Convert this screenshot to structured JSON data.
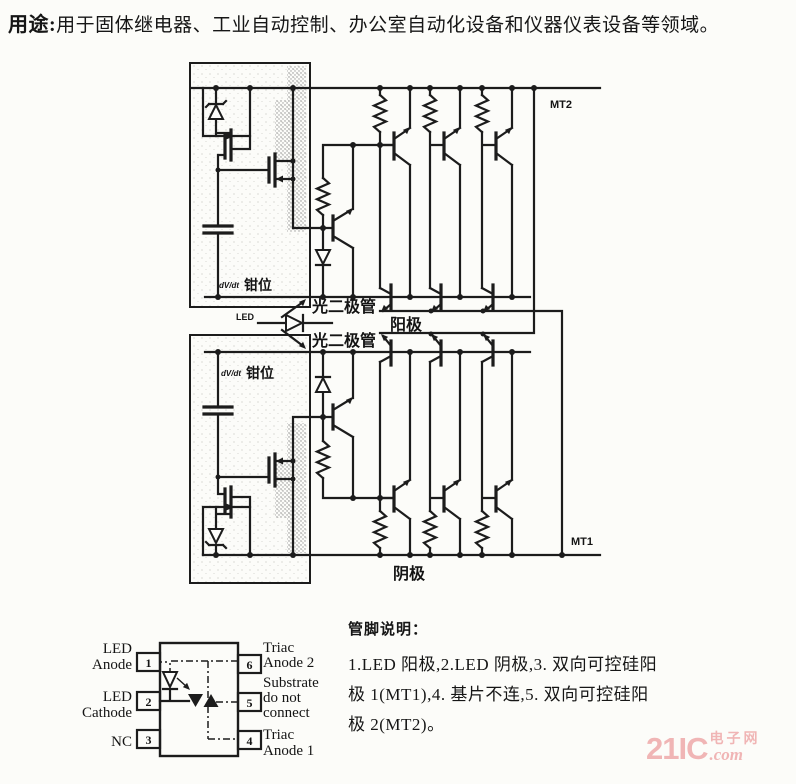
{
  "usage": {
    "prefix": "用途:",
    "text": "用于固体继电器、工业自动控制、办公室自动化设备和仪器仪表设备等领域。"
  },
  "schematic": {
    "mt2": "MT2",
    "mt1": "MT1",
    "led_label": "LED",
    "photodiode_top": "光二极管",
    "photodiode_bottom": "光二极管",
    "anode_label": "阳极",
    "cathode_label": "阴极",
    "clamp_top_prefix": "dV/dt",
    "clamp_top": "钳位",
    "clamp_bottom_prefix": "dV/dt",
    "clamp_bottom": "钳位"
  },
  "package": {
    "left_pins": [
      {
        "num": "1",
        "lines": [
          "LED",
          "Anode"
        ]
      },
      {
        "num": "2",
        "lines": [
          "LED",
          "Cathode"
        ]
      },
      {
        "num": "3",
        "lines": [
          "NC"
        ]
      }
    ],
    "right_pins": [
      {
        "num": "6",
        "lines": [
          "Triac",
          "Anode 2"
        ]
      },
      {
        "num": "5",
        "lines": [
          "Substrate",
          "do not",
          "connect"
        ]
      },
      {
        "num": "4",
        "lines": [
          "Triac",
          "Anode 1"
        ]
      }
    ]
  },
  "pin_description": {
    "title": "管脚说明：",
    "lines": [
      "1.LED 阳极,2.LED 阴极,3. 双向可控硅阳",
      "极 1(MT1),4. 基片不连,5. 双向可控硅阳",
      "极 2(MT2)。"
    ]
  },
  "logo": {
    "brand": "21IC",
    "cn": "电子网",
    "domain": ".com"
  },
  "colors": {
    "ink": "#1c1c1c",
    "logo_pink": "#f0b5b5"
  }
}
